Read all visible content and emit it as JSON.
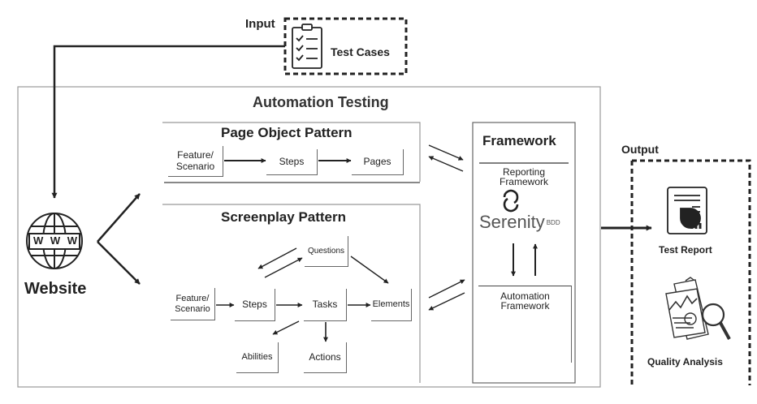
{
  "input": {
    "label": "Input",
    "test_cases": "Test Cases"
  },
  "website": {
    "www": [
      "W",
      "W",
      "W"
    ],
    "label": "Website"
  },
  "automation": {
    "title": "Automation Testing",
    "page_object": {
      "title": "Page Object Pattern",
      "feature": [
        "Feature/",
        "Scenario"
      ],
      "steps": "Steps",
      "pages": "Pages"
    },
    "screenplay": {
      "title": "Screenplay Pattern",
      "questions": "Questions",
      "feature": [
        "Feature/",
        "Scenario"
      ],
      "steps": "Steps",
      "tasks": "Tasks",
      "elements": "Elements",
      "abilities": "Abilities",
      "actions": "Actions"
    },
    "framework": {
      "title": "Framework",
      "reporting": [
        "Reporting",
        "Framework"
      ],
      "serenity": "Serenity",
      "bdd": "BDD",
      "automation": [
        "Automation",
        "Framework"
      ],
      "selenium": "Se"
    }
  },
  "output": {
    "label": "Output",
    "test_report": "Test Report",
    "quality_analysis": "Quality Analysis"
  },
  "icons": [
    "clipboard-checklist-icon",
    "globe-icon",
    "serenity-logo-icon",
    "selenium-logo-icon",
    "report-icon",
    "quality-analysis-icon"
  ]
}
